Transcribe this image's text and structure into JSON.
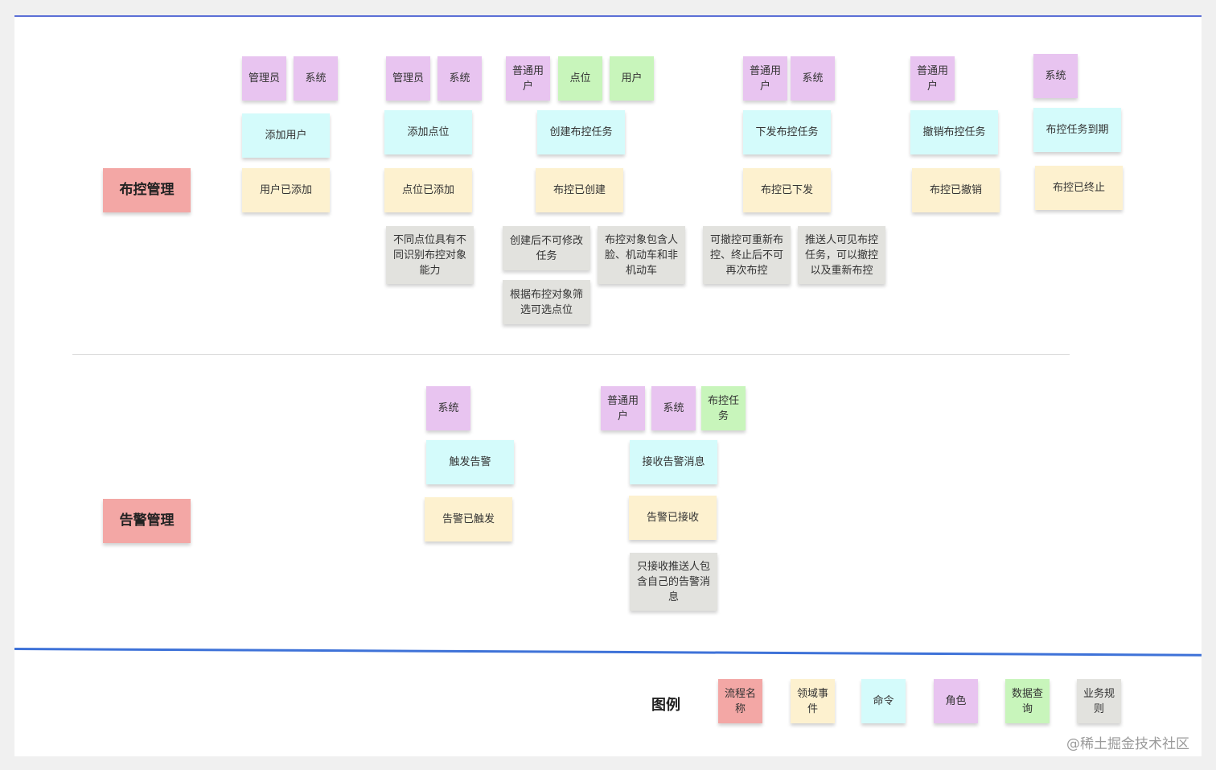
{
  "colors": {
    "process": "#f3a7a5",
    "event": "#fdf1cf",
    "command": "#d4fbfb",
    "role": "#e8c4f0",
    "query": "#c8f5bb",
    "rule": "#e2e2de",
    "line_blue": "#4a6fd6"
  },
  "lanes": {
    "monitor": {
      "title": "布控管理",
      "columns": [
        {
          "roles": [
            "管理员",
            "系统"
          ],
          "command": "添加用户",
          "event": "用户已添加",
          "rules": []
        },
        {
          "roles": [
            "管理员",
            "系统"
          ],
          "command": "添加点位",
          "event": "点位已添加",
          "rules": [
            "不同点位具有不同识别布控对象能力"
          ]
        },
        {
          "roles": [
            "普通用户"
          ],
          "queries": [
            "点位",
            "用户"
          ],
          "command": "创建布控任务",
          "event": "布控已创建",
          "rules": [
            "创建后不可修改任务",
            "布控对象包含人脸、机动车和非机动车",
            "根据布控对象筛选可选点位"
          ]
        },
        {
          "roles": [
            "普通用户",
            "系统"
          ],
          "command": "下发布控任务",
          "event": "布控已下发",
          "rules": [
            "可撤控可重新布控、终止后不可再次布控",
            "推送人可见布控任务，可以撤控以及重新布控"
          ]
        },
        {
          "roles": [
            "普通用户"
          ],
          "command": "撤销布控任务",
          "event": "布控已撤销",
          "rules": []
        },
        {
          "roles": [
            "系统"
          ],
          "command": "布控任务到期",
          "event": "布控已终止",
          "rules": []
        }
      ]
    },
    "alarm": {
      "title": "告警管理",
      "columns": [
        {
          "roles": [
            "系统"
          ],
          "command": "触发告警",
          "event": "告警已触发",
          "rules": []
        },
        {
          "roles": [
            "普通用户",
            "系统"
          ],
          "queries": [
            "布控任务"
          ],
          "command": "接收告警消息",
          "event": "告警已接收",
          "rules": [
            "只接收推送人包含自己的告警消息"
          ]
        }
      ]
    }
  },
  "legend": {
    "title": "图例",
    "items": [
      "流程名称",
      "领域事件",
      "命令",
      "角色",
      "数据查询",
      "业务规则"
    ]
  },
  "watermark": "@稀土掘金技术社区"
}
